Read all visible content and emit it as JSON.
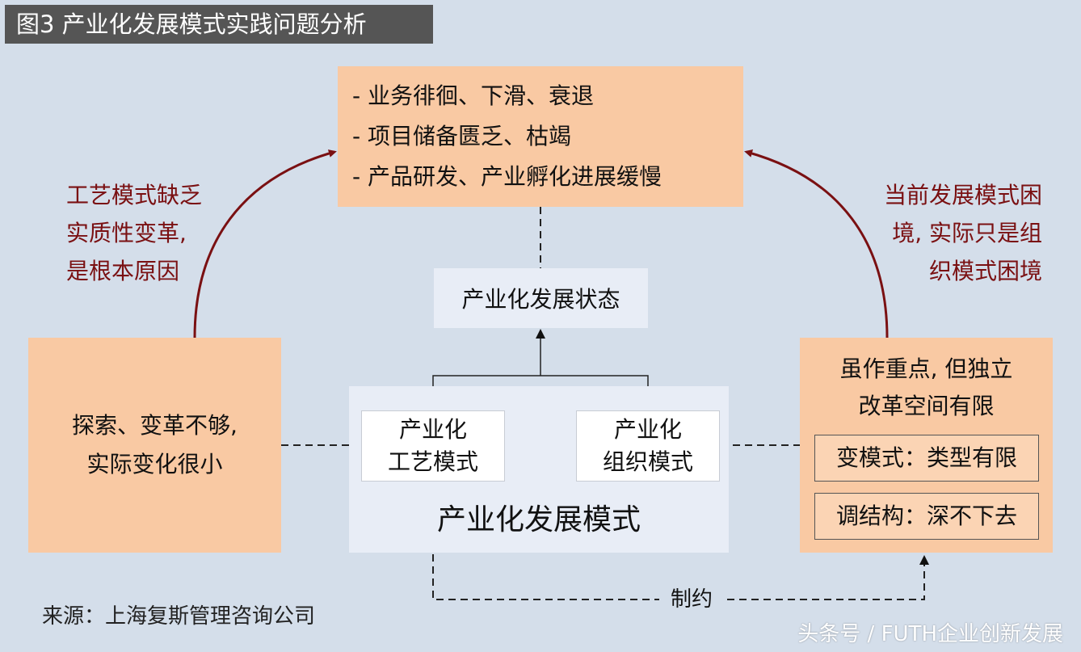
{
  "title": "图3 产业化发展模式实践问题分析",
  "top_box": {
    "lines": [
      "- 业务徘徊、下滑、衰退",
      "- 项目储备匮乏、枯竭",
      "- 产品研发、产业孵化进展缓慢"
    ]
  },
  "left_annotation": {
    "lines": [
      "工艺模式缺乏",
      "实质性变革,",
      "是根本原因"
    ]
  },
  "right_annotation": {
    "lines": [
      "当前发展模式困",
      "境, 实际只是组",
      "织模式困境"
    ]
  },
  "state_box": {
    "label": "产业化发展状态"
  },
  "left_box": {
    "lines": [
      "探索、变革不够,",
      "实际变化很小"
    ]
  },
  "mode_panel": {
    "label": "产业化发展模式",
    "process_box": {
      "lines": [
        "产业化",
        "工艺模式"
      ]
    },
    "org_box": {
      "lines": [
        "产业化",
        "组织模式"
      ]
    }
  },
  "right_box": {
    "lines": [
      "虽作重点, 但独立",
      "改革空间有限"
    ],
    "item1": "变模式：类型有限",
    "item2": "调结构：深不下去"
  },
  "constraint_label": "制约",
  "source": "来源：上海复斯管理咨询公司",
  "watermark": "头条号 / FUTH企业创新发展",
  "colors": {
    "background": "#d4deea",
    "orange_box": "#f9c9a3",
    "pale_box": "#e8edf6",
    "annotation_red": "#7a1012",
    "title_bar": "#555555"
  }
}
